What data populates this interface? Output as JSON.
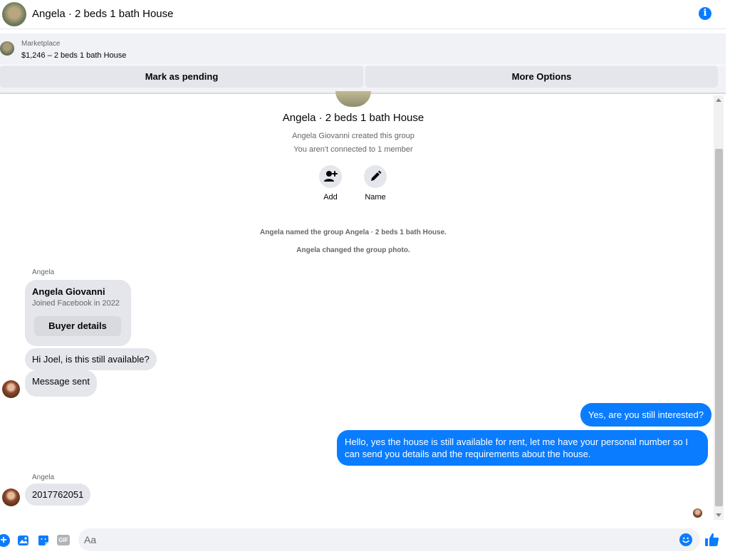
{
  "header": {
    "title": "Angela · 2 beds 1 bath House",
    "info_glyph": "i"
  },
  "marketplace": {
    "label": "Marketplace",
    "listing": "$1,246 – 2 beds 1 bath House"
  },
  "actions": {
    "mark_pending": "Mark as pending",
    "more_options": "More Options"
  },
  "group": {
    "title": "Angela · 2 beds 1 bath House",
    "created_by": "Angela Giovanni created this group",
    "connection": "You aren't connected to 1 member",
    "add_label": "Add",
    "name_label": "Name"
  },
  "system_messages": [
    "Angela named the group Angela · 2 beds 1 bath House.",
    "Angela changed the group photo."
  ],
  "messages": {
    "sender_1": "Angela",
    "card_name": "Angela Giovanni",
    "card_joined": "Joined Facebook in 2022",
    "card_button": "Buyer details",
    "msg_1": "Hi Joel, is this still available?",
    "msg_2": "Message sent",
    "out_1": "Yes, are you still interested?",
    "out_2": "Hello, yes the house is still available for rent, let me have your personal number so I can send you details and the requirements about the house.",
    "sender_2": "Angela",
    "msg_3": "2017762051"
  },
  "composer": {
    "placeholder": "Aa",
    "gif_label": "GIF",
    "plus_glyph": "+"
  },
  "colors": {
    "accent": "#0a7cff",
    "bubble_in": "#e4e6eb",
    "bar_bg": "#f0f2f5"
  },
  "icons": [
    "info-icon",
    "add-person-icon",
    "pencil-icon",
    "plus-icon",
    "image-icon",
    "sticker-icon",
    "gif-icon",
    "emoji-icon",
    "like-icon"
  ]
}
